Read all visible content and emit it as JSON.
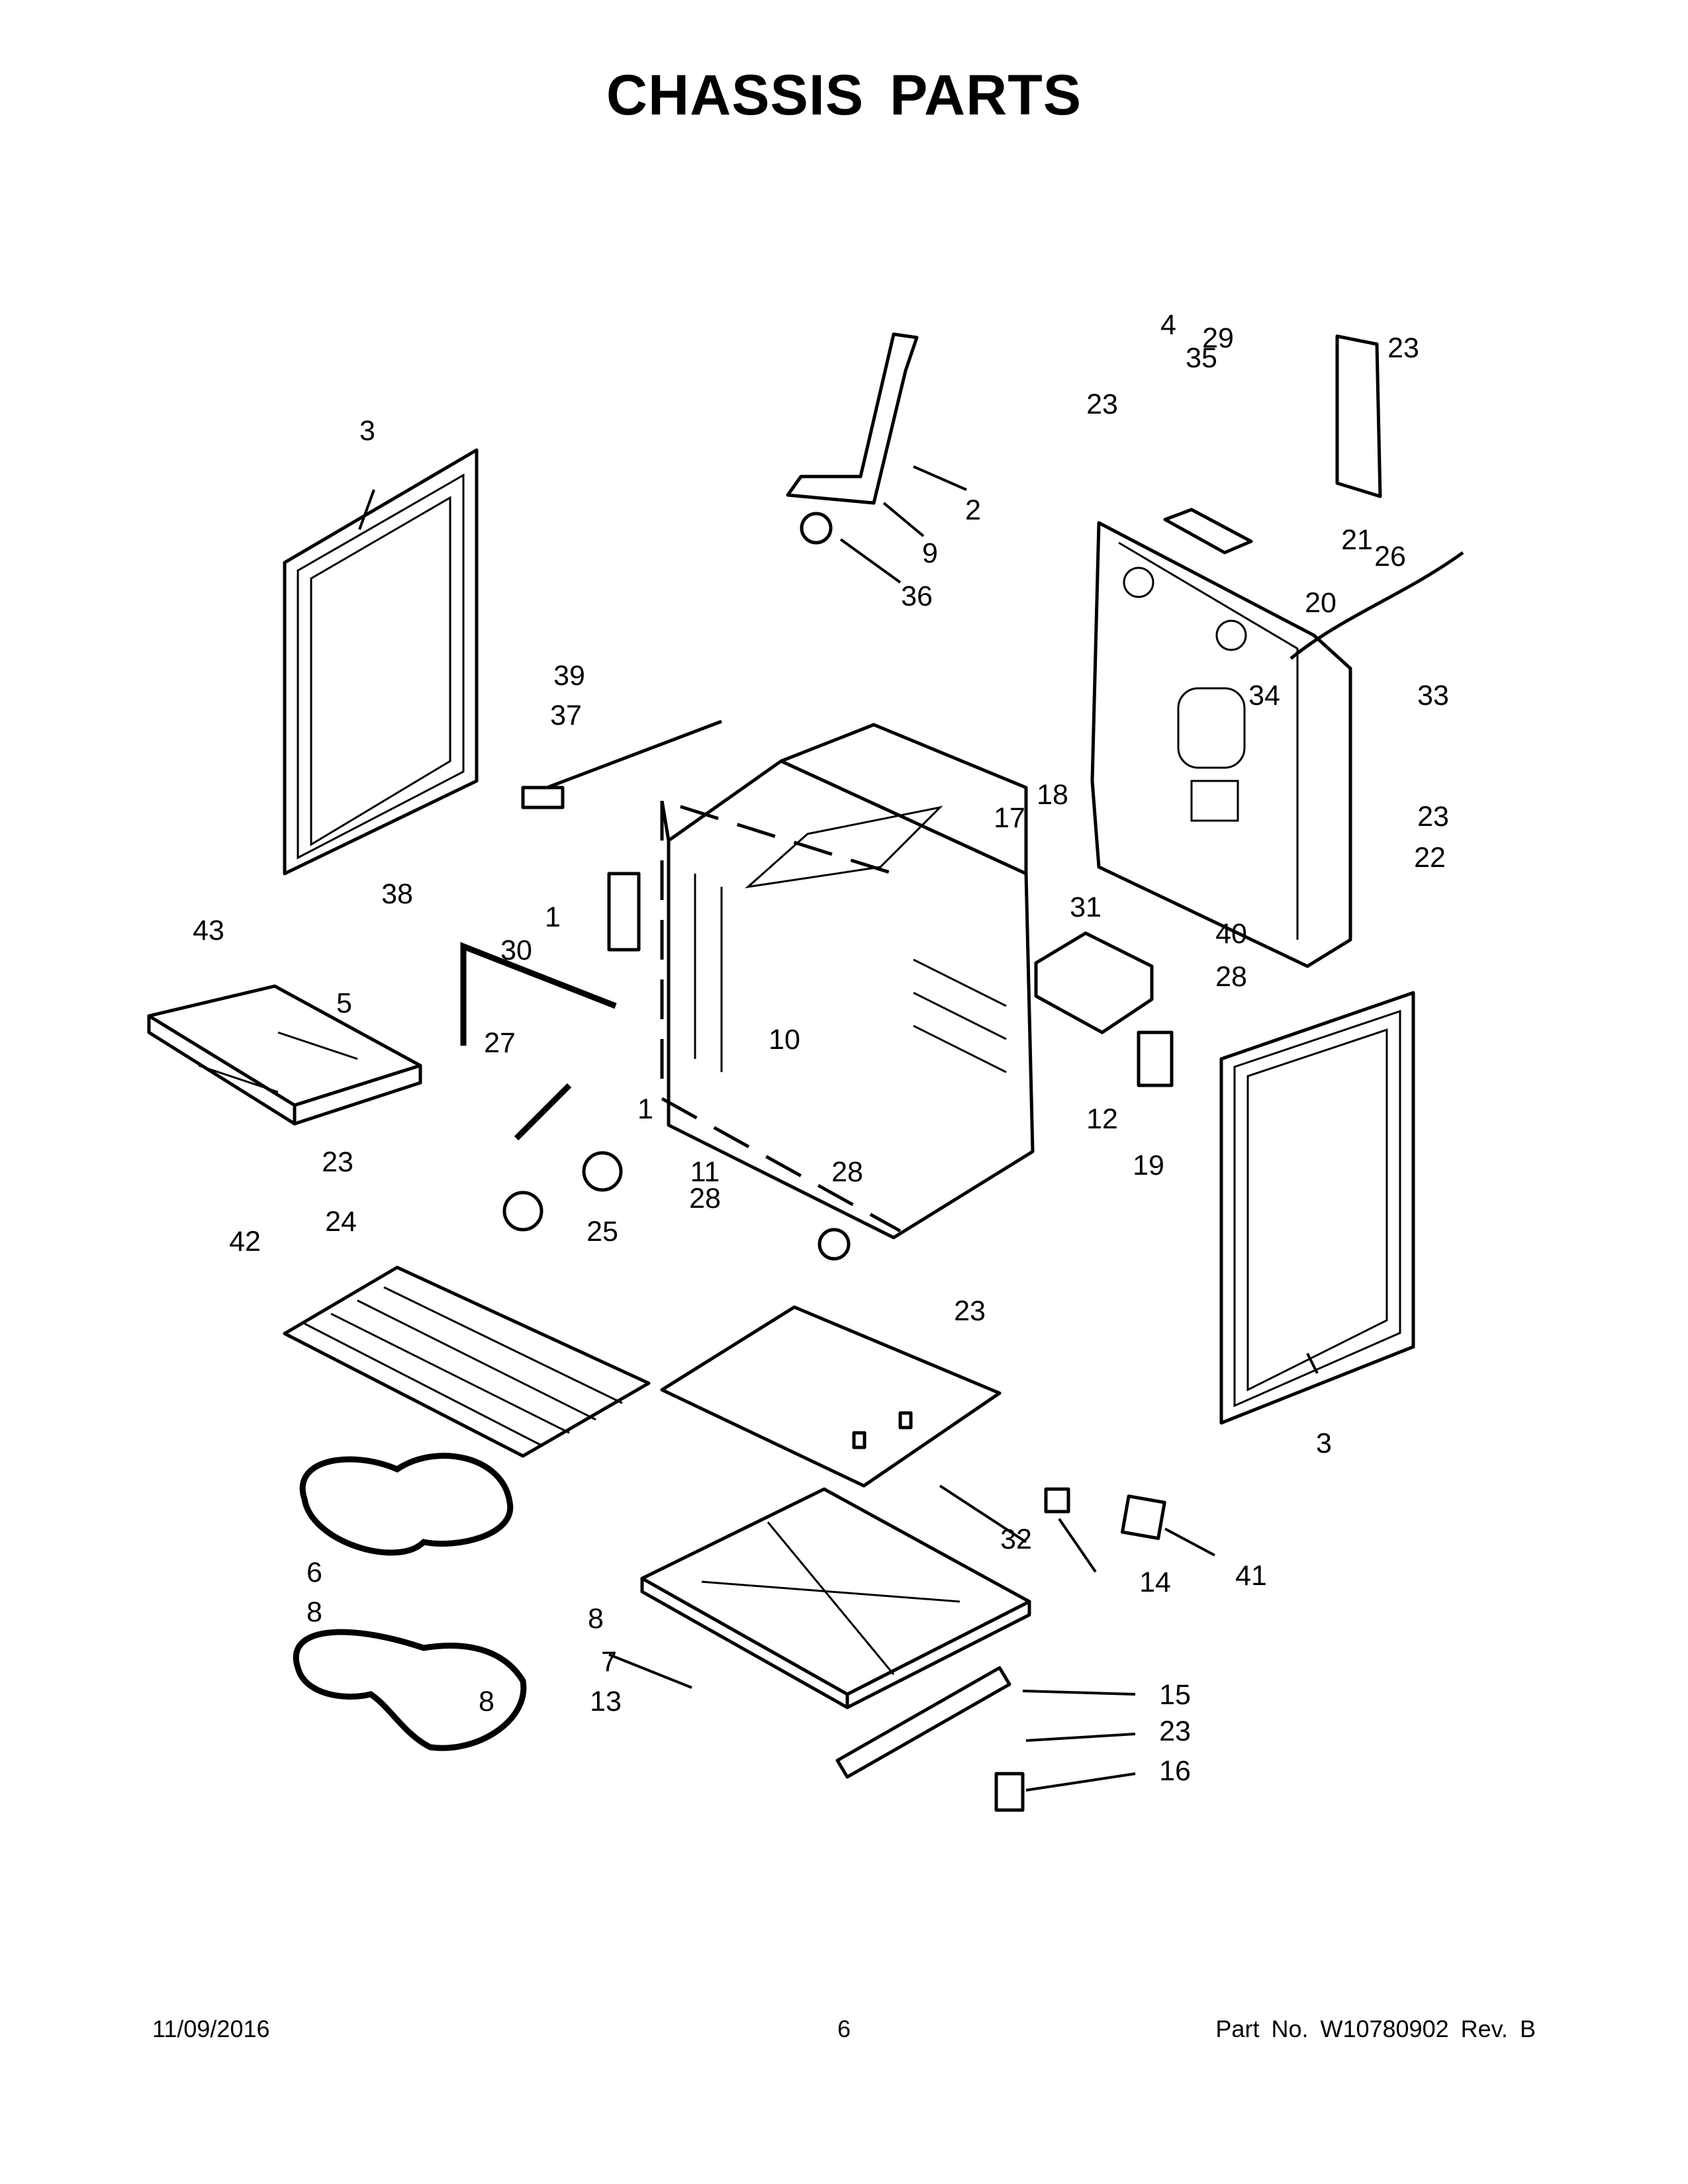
{
  "title": "CHASSIS PARTS",
  "footer": {
    "date": "11/09/2016",
    "page": "6",
    "part_number": "Part No.  W10780902  Rev.  B"
  },
  "callouts": [
    "3",
    "3",
    "2",
    "9",
    "36",
    "39",
    "37",
    "38",
    "1",
    "30",
    "5",
    "43",
    "27",
    "10",
    "1",
    "23",
    "24",
    "25",
    "28",
    "11",
    "28",
    "23",
    "42",
    "6",
    "8",
    "8",
    "7",
    "8",
    "13",
    "32",
    "14",
    "41",
    "15",
    "23",
    "16",
    "29",
    "23",
    "4",
    "35",
    "23",
    "26",
    "21",
    "20",
    "33",
    "34",
    "18",
    "17",
    "23",
    "22",
    "31",
    "40",
    "28",
    "19",
    "12"
  ]
}
